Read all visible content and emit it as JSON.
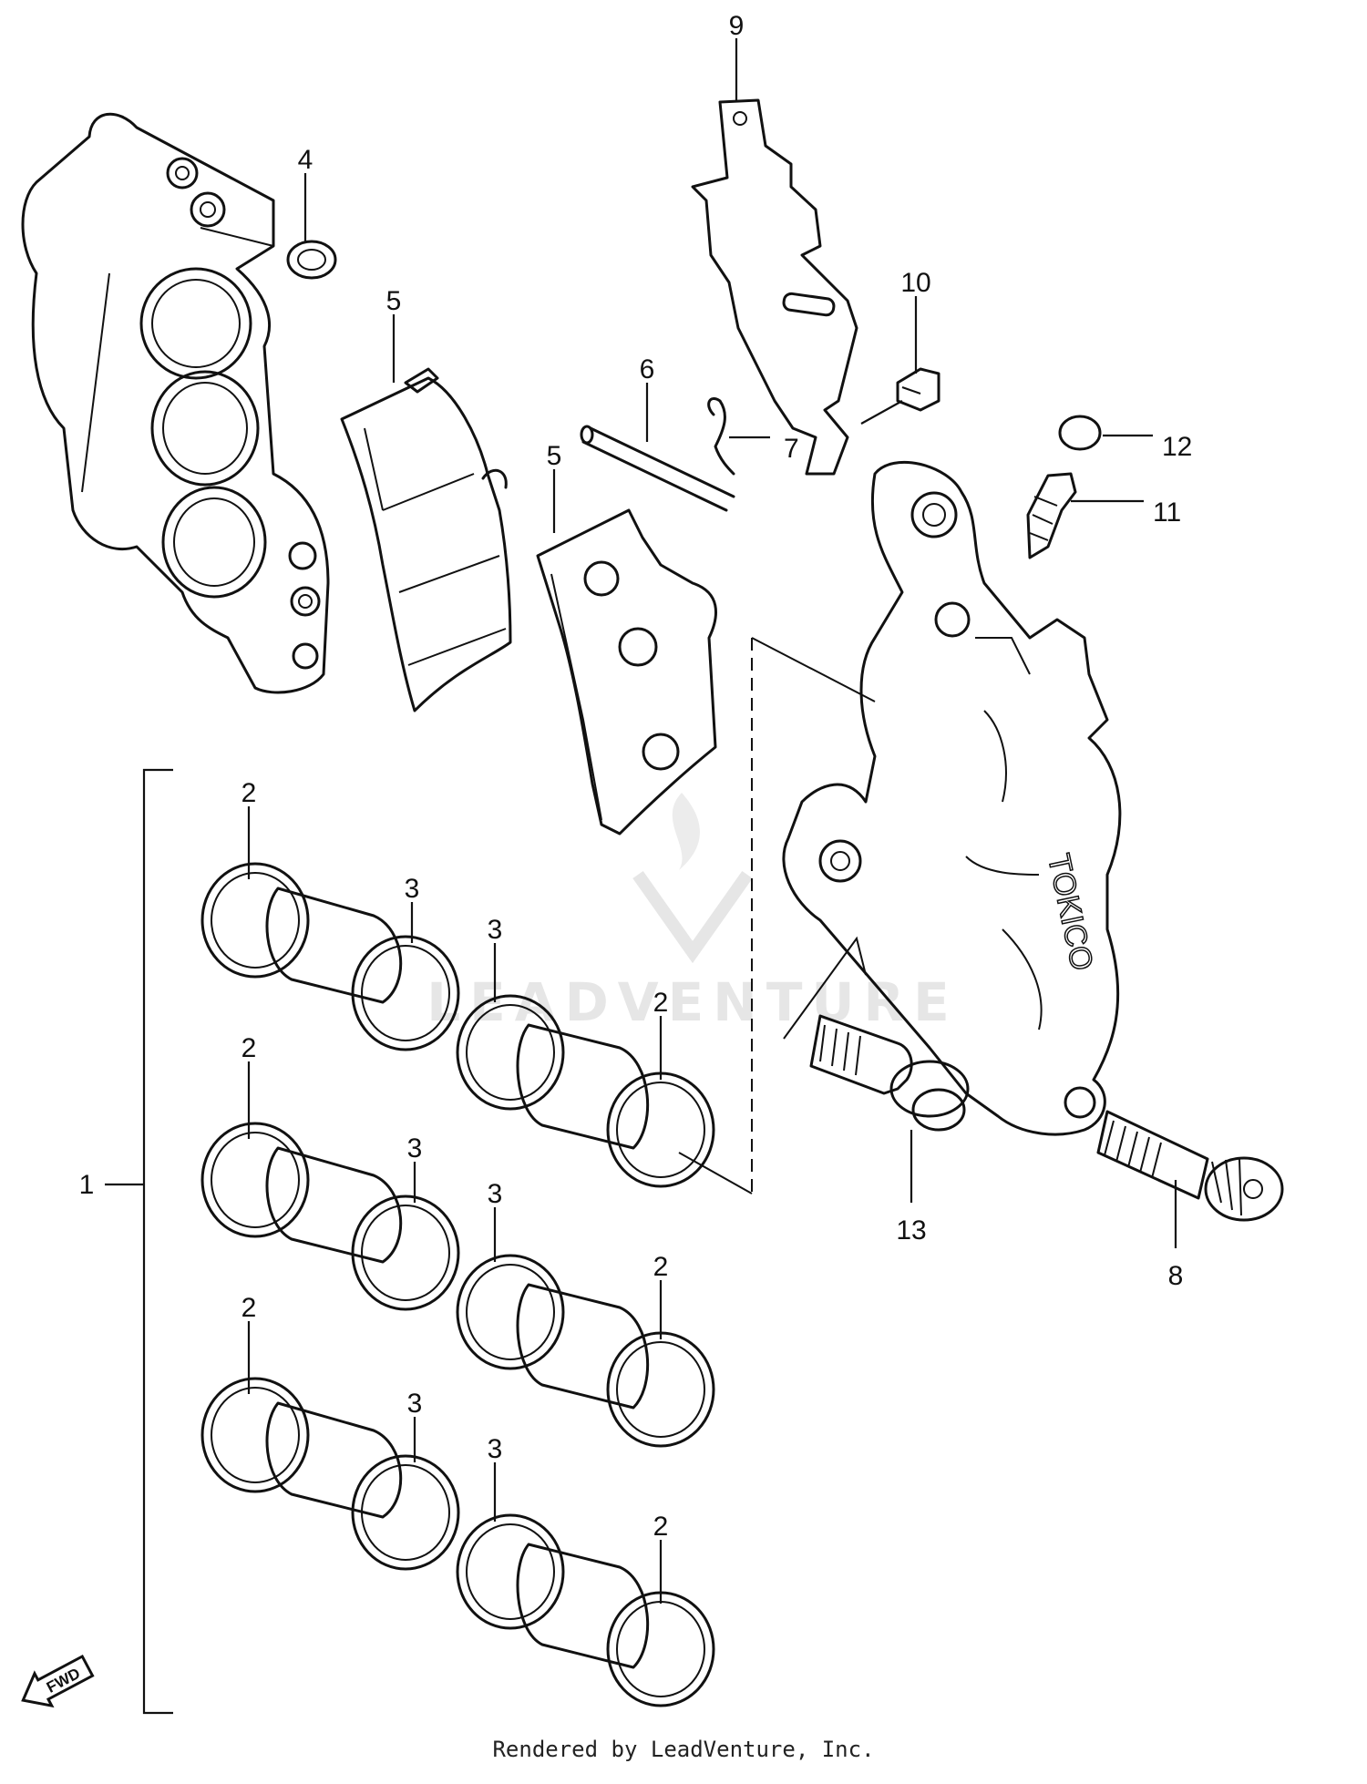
{
  "callouts": {
    "c1": "1",
    "c2": "2",
    "c3": "3",
    "c4": "4",
    "c5": "5",
    "c6": "6",
    "c7": "7",
    "c8": "8",
    "c9": "9",
    "c10": "10",
    "c11": "11",
    "c12": "12",
    "c13": "13"
  },
  "watermark": "LEADVENTURE",
  "forward_badge": "FWD",
  "footer": "Rendered by LeadVenture, Inc."
}
